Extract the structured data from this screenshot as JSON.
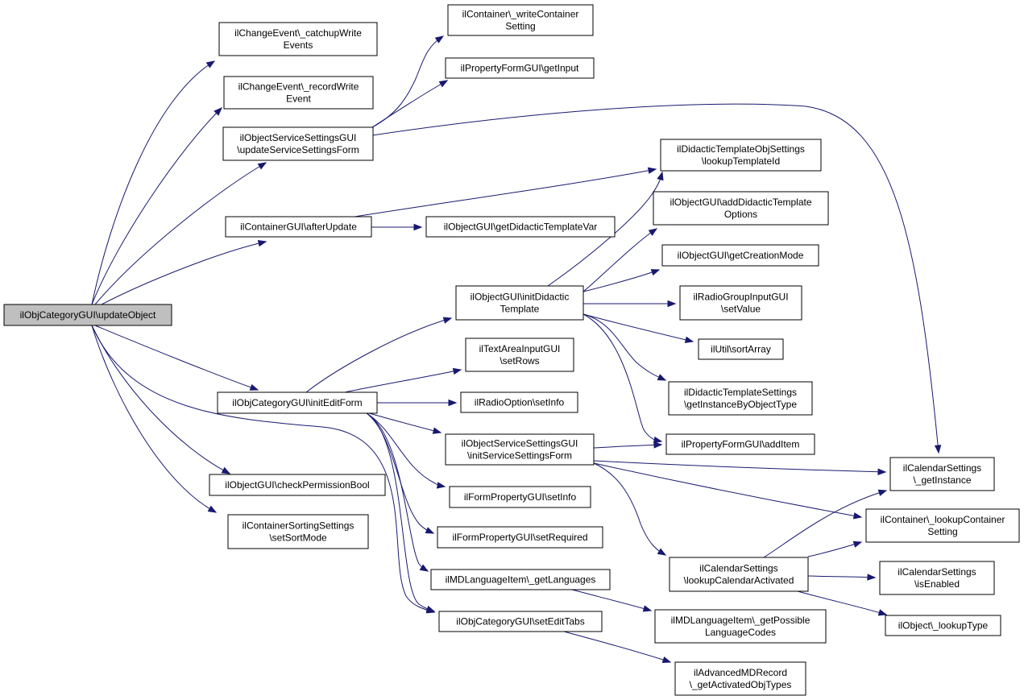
{
  "nodes": [
    {
      "id": "root",
      "lines": [
        "ilObjCategoryGUI\\updateObject"
      ]
    },
    {
      "id": "catchup",
      "lines": [
        "ilChangeEvent\\_catchupWrite",
        "Events"
      ]
    },
    {
      "id": "record",
      "lines": [
        "ilChangeEvent\\_recordWrite",
        "Event"
      ]
    },
    {
      "id": "updSvc",
      "lines": [
        "ilObjectServiceSettingsGUI",
        "\\updateServiceSettingsForm"
      ]
    },
    {
      "id": "afterUpd",
      "lines": [
        "ilContainerGUI\\afterUpdate"
      ]
    },
    {
      "id": "initEdit",
      "lines": [
        "ilObjCategoryGUI\\initEditForm"
      ]
    },
    {
      "id": "checkPerm",
      "lines": [
        "ilObjectGUI\\checkPermissionBool"
      ]
    },
    {
      "id": "sortMode",
      "lines": [
        "ilContainerSortingSettings",
        "\\setSortMode"
      ]
    },
    {
      "id": "writeCont",
      "lines": [
        "ilContainer\\_writeContainer",
        "Setting"
      ]
    },
    {
      "id": "getInput",
      "lines": [
        "ilPropertyFormGUI\\getInput"
      ]
    },
    {
      "id": "getDidVar",
      "lines": [
        "ilObjectGUI\\getDidacticTemplateVar"
      ]
    },
    {
      "id": "initDid",
      "lines": [
        "ilObjectGUI\\initDidactic",
        "Template"
      ]
    },
    {
      "id": "setRows",
      "lines": [
        "ilTextAreaInputGUI",
        "\\setRows"
      ]
    },
    {
      "id": "radioInfo",
      "lines": [
        "ilRadioOption\\setInfo"
      ]
    },
    {
      "id": "initSvc",
      "lines": [
        "ilObjectServiceSettingsGUI",
        "\\initServiceSettingsForm"
      ]
    },
    {
      "id": "fpInfo",
      "lines": [
        "ilFormPropertyGUI\\setInfo"
      ]
    },
    {
      "id": "fpReq",
      "lines": [
        "ilFormPropertyGUI\\setRequired"
      ]
    },
    {
      "id": "mdLang",
      "lines": [
        "ilMDLanguageItem\\_getLanguages"
      ]
    },
    {
      "id": "setTabs",
      "lines": [
        "ilObjCategoryGUI\\setEditTabs"
      ]
    },
    {
      "id": "lookupTpl",
      "lines": [
        "ilDidacticTemplateObjSettings",
        "\\lookupTemplateId"
      ]
    },
    {
      "id": "addDidOpt",
      "lines": [
        "ilObjectGUI\\addDidacticTemplate",
        "Options"
      ]
    },
    {
      "id": "creationMode",
      "lines": [
        "ilObjectGUI\\getCreationMode"
      ]
    },
    {
      "id": "radioVal",
      "lines": [
        "ilRadioGroupInputGUI",
        "\\setValue"
      ]
    },
    {
      "id": "sortArray",
      "lines": [
        "ilUtil\\sortArray"
      ]
    },
    {
      "id": "getInstType",
      "lines": [
        "ilDidacticTemplateSettings",
        "\\getInstanceByObjectType"
      ]
    },
    {
      "id": "addItem",
      "lines": [
        "ilPropertyFormGUI\\addItem"
      ]
    },
    {
      "id": "calLookup",
      "lines": [
        "ilCalendarSettings",
        "\\lookupCalendarActivated"
      ]
    },
    {
      "id": "possLang",
      "lines": [
        "ilMDLanguageItem\\_getPossible",
        "LanguageCodes"
      ]
    },
    {
      "id": "advMD",
      "lines": [
        "ilAdvancedMDRecord",
        "\\_getActivatedObjTypes"
      ]
    },
    {
      "id": "calInst",
      "lines": [
        "ilCalendarSettings",
        "\\_getInstance"
      ]
    },
    {
      "id": "lookupCont",
      "lines": [
        "ilContainer\\_lookupContainer",
        "Setting"
      ]
    },
    {
      "id": "calEnabled",
      "lines": [
        "ilCalendarSettings",
        "\\isEnabled"
      ]
    },
    {
      "id": "lookupType",
      "lines": [
        "ilObject\\_lookupType"
      ]
    }
  ],
  "edges": [
    [
      "root",
      "catchup"
    ],
    [
      "root",
      "record"
    ],
    [
      "root",
      "updSvc"
    ],
    [
      "root",
      "afterUpd"
    ],
    [
      "root",
      "initEdit"
    ],
    [
      "root",
      "checkPerm"
    ],
    [
      "root",
      "sortMode"
    ],
    [
      "root",
      "setTabs"
    ],
    [
      "updSvc",
      "writeCont"
    ],
    [
      "updSvc",
      "getInput"
    ],
    [
      "updSvc",
      "calInst"
    ],
    [
      "afterUpd",
      "lookupTpl"
    ],
    [
      "afterUpd",
      "getDidVar"
    ],
    [
      "initEdit",
      "initDid"
    ],
    [
      "initEdit",
      "setRows"
    ],
    [
      "initEdit",
      "radioInfo"
    ],
    [
      "initEdit",
      "initSvc"
    ],
    [
      "initEdit",
      "fpInfo"
    ],
    [
      "initEdit",
      "fpReq"
    ],
    [
      "initEdit",
      "mdLang"
    ],
    [
      "initEdit",
      "setTabs"
    ],
    [
      "initDid",
      "lookupTpl"
    ],
    [
      "initDid",
      "addDidOpt"
    ],
    [
      "initDid",
      "creationMode"
    ],
    [
      "initDid",
      "radioVal"
    ],
    [
      "initDid",
      "sortArray"
    ],
    [
      "initDid",
      "getInstType"
    ],
    [
      "initDid",
      "addItem"
    ],
    [
      "initSvc",
      "addItem"
    ],
    [
      "initSvc",
      "calInst"
    ],
    [
      "initSvc",
      "lookupCont"
    ],
    [
      "initSvc",
      "calLookup"
    ],
    [
      "calLookup",
      "calInst"
    ],
    [
      "calLookup",
      "lookupCont"
    ],
    [
      "calLookup",
      "calEnabled"
    ],
    [
      "calLookup",
      "lookupType"
    ],
    [
      "mdLang",
      "possLang"
    ],
    [
      "setTabs",
      "advMD"
    ]
  ]
}
